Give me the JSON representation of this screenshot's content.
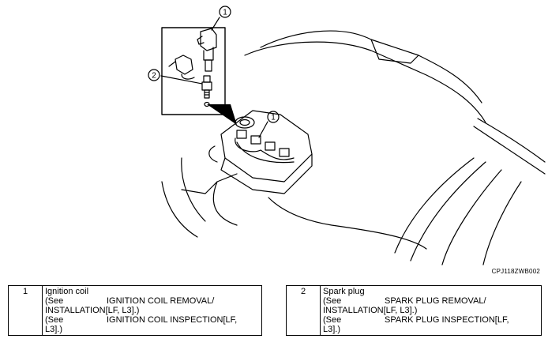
{
  "figure": {
    "code": "CPJ118ZWB002",
    "callouts": [
      {
        "number": "1"
      },
      {
        "number": "2"
      },
      {
        "number": "1"
      }
    ]
  },
  "legend": [
    {
      "number": "1",
      "title": "Ignition coil",
      "refs": [
        {
          "see": "(See",
          "name": "IGNITION COIL REMOVAL/",
          "cont": "INSTALLATION[LF, L3].)"
        },
        {
          "see": "(See",
          "name": "IGNITION COIL INSPECTION[LF,",
          "cont": "L3].)"
        }
      ]
    },
    {
      "number": "2",
      "title": "Spark plug",
      "refs": [
        {
          "see": "(See",
          "name": "SPARK PLUG REMOVAL/",
          "cont": "INSTALLATION[LF, L3].)"
        },
        {
          "see": "(See",
          "name": "SPARK PLUG INSPECTION[LF,",
          "cont": "L3].)"
        }
      ]
    }
  ]
}
